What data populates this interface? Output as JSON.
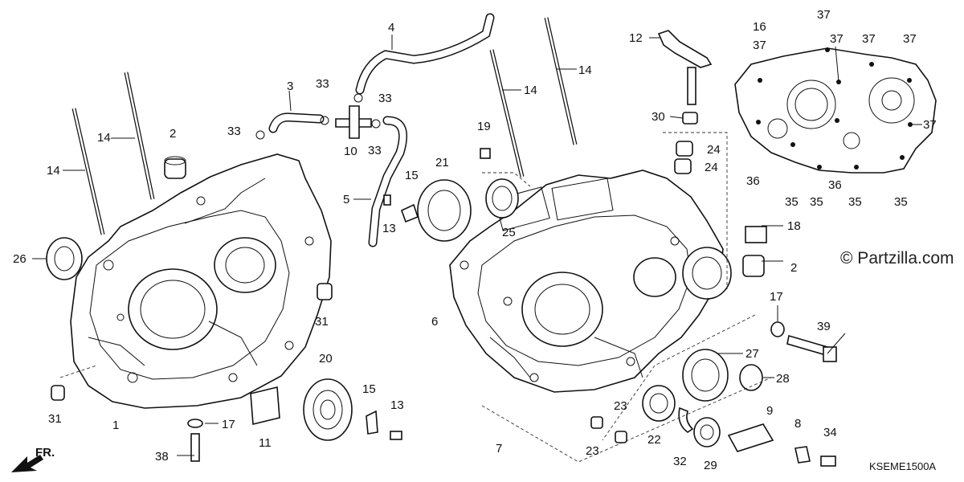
{
  "watermark": "© Partzilla.com",
  "diagram_code": "KSEME1500A",
  "front_marker": "FR.",
  "callouts": [
    {
      "id": "c1",
      "text": "1"
    },
    {
      "id": "c2a",
      "text": "2"
    },
    {
      "id": "c2b",
      "text": "2"
    },
    {
      "id": "c3",
      "text": "3"
    },
    {
      "id": "c4",
      "text": "4"
    },
    {
      "id": "c5",
      "text": "5"
    },
    {
      "id": "c6",
      "text": "6"
    },
    {
      "id": "c7",
      "text": "7"
    },
    {
      "id": "c8",
      "text": "8"
    },
    {
      "id": "c9",
      "text": "9"
    },
    {
      "id": "c10",
      "text": "10"
    },
    {
      "id": "c11",
      "text": "11"
    },
    {
      "id": "c12",
      "text": "12"
    },
    {
      "id": "c13a",
      "text": "13"
    },
    {
      "id": "c13b",
      "text": "13"
    },
    {
      "id": "c14a",
      "text": "14"
    },
    {
      "id": "c14b",
      "text": "14"
    },
    {
      "id": "c14c",
      "text": "14"
    },
    {
      "id": "c14d",
      "text": "14"
    },
    {
      "id": "c15a",
      "text": "15"
    },
    {
      "id": "c15b",
      "text": "15"
    },
    {
      "id": "c16",
      "text": "16"
    },
    {
      "id": "c17a",
      "text": "17"
    },
    {
      "id": "c17b",
      "text": "17"
    },
    {
      "id": "c18",
      "text": "18"
    },
    {
      "id": "c19",
      "text": "19"
    },
    {
      "id": "c20",
      "text": "20"
    },
    {
      "id": "c21",
      "text": "21"
    },
    {
      "id": "c22",
      "text": "22"
    },
    {
      "id": "c23a",
      "text": "23"
    },
    {
      "id": "c23b",
      "text": "23"
    },
    {
      "id": "c24a",
      "text": "24"
    },
    {
      "id": "c24b",
      "text": "24"
    },
    {
      "id": "c25",
      "text": "25"
    },
    {
      "id": "c26",
      "text": "26"
    },
    {
      "id": "c27",
      "text": "27"
    },
    {
      "id": "c28",
      "text": "28"
    },
    {
      "id": "c29",
      "text": "29"
    },
    {
      "id": "c30",
      "text": "30"
    },
    {
      "id": "c31a",
      "text": "31"
    },
    {
      "id": "c31b",
      "text": "31"
    },
    {
      "id": "c32",
      "text": "32"
    },
    {
      "id": "c33a",
      "text": "33"
    },
    {
      "id": "c33b",
      "text": "33"
    },
    {
      "id": "c33c",
      "text": "33"
    },
    {
      "id": "c33d",
      "text": "33"
    },
    {
      "id": "c34",
      "text": "34"
    },
    {
      "id": "c35a",
      "text": "35"
    },
    {
      "id": "c35b",
      "text": "35"
    },
    {
      "id": "c35c",
      "text": "35"
    },
    {
      "id": "c35d",
      "text": "35"
    },
    {
      "id": "c35e",
      "text": "35"
    },
    {
      "id": "c36a",
      "text": "36"
    },
    {
      "id": "c36b",
      "text": "36"
    },
    {
      "id": "c37a",
      "text": "37"
    },
    {
      "id": "c37b",
      "text": "37"
    },
    {
      "id": "c37c",
      "text": "37"
    },
    {
      "id": "c37d",
      "text": "37"
    },
    {
      "id": "c37e",
      "text": "37"
    },
    {
      "id": "c37f",
      "text": "37"
    },
    {
      "id": "c37g",
      "text": "37"
    },
    {
      "id": "c38",
      "text": "38"
    },
    {
      "id": "c39",
      "text": "39"
    }
  ]
}
